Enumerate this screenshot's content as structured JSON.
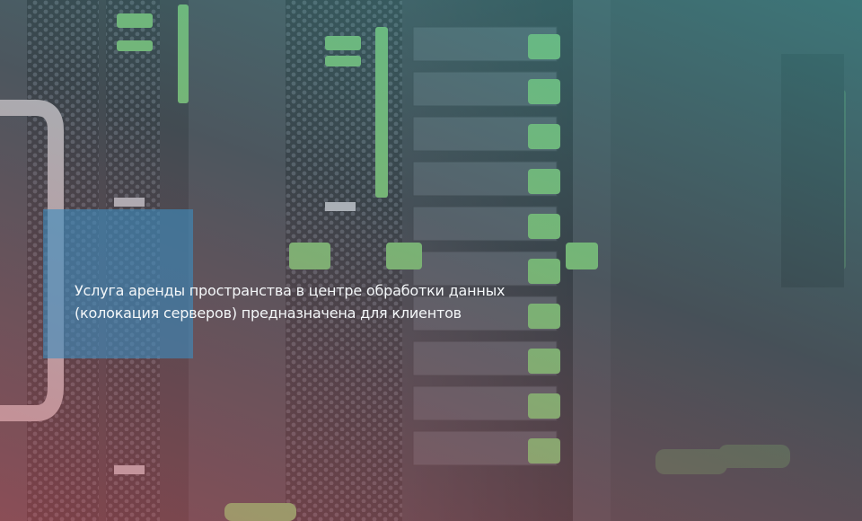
{
  "hero": {
    "background_image": "server-rack-photo",
    "caption_lines": [
      "Услуга аренды пространства в центре обработки данных",
      "(колокация серверов) предназначена для клиентов"
    ]
  },
  "colors": {
    "overlay_top": "#46aaaa",
    "overlay_bottom": "#cd5a64",
    "accent_box": "#3e8cbe",
    "caption_text": "#f4f7f9"
  }
}
